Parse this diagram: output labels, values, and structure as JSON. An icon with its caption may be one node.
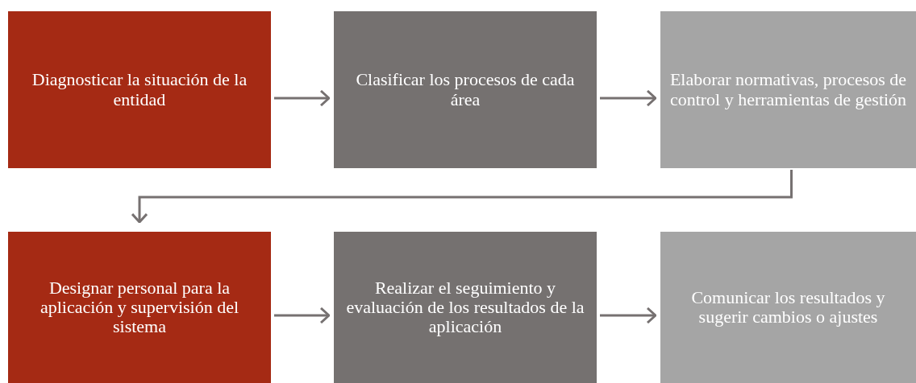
{
  "diagram": {
    "nodes": [
      {
        "text": [
          "Diagnosticar la situación de la entidad"
        ]
      },
      {
        "text": [
          "Clasificar los procesos de cada área"
        ]
      },
      {
        "text": [
          "Elaborar normativas, procesos de control y herramientas de gestión"
        ]
      },
      {
        "text": [
          "Designar personal para la aplicación y supervisión del sistema"
        ]
      },
      {
        "text": [
          "Realizar el seguimiento y evaluación de los resultados de la aplicación"
        ]
      },
      {
        "text": [
          "Comunicar los resultados y sugerir cambios o ajustes"
        ]
      }
    ],
    "edges": [
      {
        "from": 0,
        "to": 1,
        "arrow": "to"
      },
      {
        "from": 1,
        "to": 2,
        "arrow": "to"
      },
      {
        "from": 2,
        "to": 3,
        "arrow": "to"
      },
      {
        "from": 3,
        "to": 4,
        "arrow": "to"
      },
      {
        "from": 4,
        "to": 5,
        "arrow": "to"
      }
    ]
  }
}
